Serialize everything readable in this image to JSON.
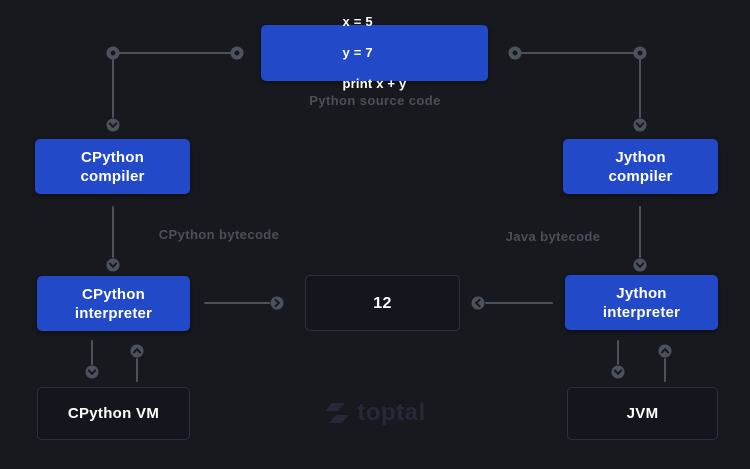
{
  "boxes": {
    "source": {
      "lines": [
        "x = 5",
        "y = 7",
        "print x + y"
      ]
    },
    "cpython_compiler": "CPython\ncompiler",
    "jython_compiler": "Jython\ncompiler",
    "cpython_interpreter": "CPython\ninterpreter",
    "jython_interpreter": "Jython\ninterpreter",
    "result": "12",
    "cpython_vm": "CPython VM",
    "jvm": "JVM"
  },
  "labels": {
    "source_caption": "Python source code",
    "cpython_bytecode": "CPython bytecode",
    "java_bytecode": "Java bytecode"
  },
  "branding": {
    "logo_text": "toptal"
  },
  "colors": {
    "background": "#17191f",
    "accent_blue": "#2149c8",
    "dark_box_fill": "#14161d",
    "dark_box_border": "#2b3140",
    "label_gray": "#4a4f58",
    "connector_gray": "#4c525c",
    "logo_gray": "#242837"
  }
}
